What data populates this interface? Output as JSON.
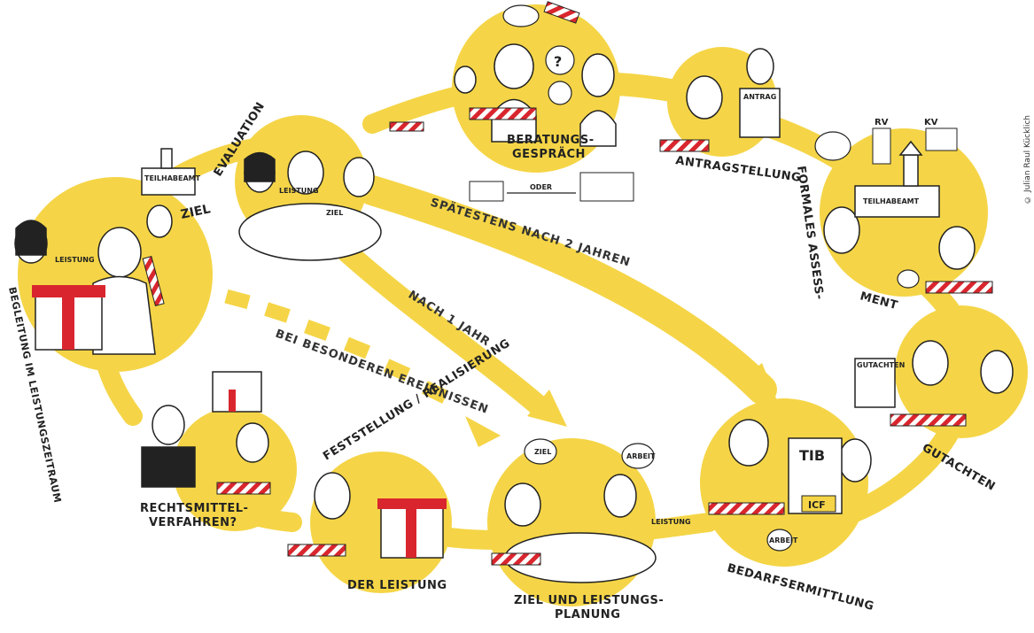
{
  "credit": "© Julian Raul Kücklich",
  "stations": {
    "beratung": {
      "label1": "BERATUNGS-",
      "label2": "GESPRÄCH",
      "oder": "ODER"
    },
    "antrag": {
      "label": "ANTRAGSTELLUNG",
      "doc": "ANTRAG"
    },
    "assessment": {
      "label1": "FORMALES ASSESS-",
      "label2": "MENT",
      "rv": "RV",
      "kv": "KV",
      "amt": "TEILHABEAMT"
    },
    "gutachten": {
      "label": "GUTACHTEN",
      "doc": "GUTACHTEN"
    },
    "bedarf": {
      "label": "BEDARFSERMITTLUNG",
      "tib": "TIB",
      "icf": "ICF",
      "arbeit": "ARBEIT"
    },
    "ziel": {
      "label1": "ZIEL UND LEISTUNGS-",
      "label2": "PLANUNG",
      "leistung": "LEISTUNG",
      "ziel": "ZIEL",
      "arbeit": "ARBEIT"
    },
    "feststellung": {
      "label1": "FESTSTELLUNG / REALISIERUNG",
      "label2": "DER LEISTUNG"
    },
    "rechtsmittel": {
      "label1": "RECHTSMITTEL-",
      "label2": "VERFAHREN?"
    },
    "begleitung": {
      "label": "BEGLEITUNG IM LEISTUNGSZEITRAUM",
      "leistung": "LEISTUNG",
      "ziel": "ZIEL",
      "amt": "TEILHABEAMT"
    },
    "evaluation": {
      "label": "EVALUATION",
      "leistung": "LEISTUNG",
      "ziel": "ZIEL"
    }
  },
  "arrows": {
    "two_years": "SPÄTESTENS NACH 2 JAHREN",
    "one_year": "NACH 1 JAHR",
    "events": "BEI BESONDEREN EREIGNISSEN"
  },
  "colors": {
    "yellow": "#F5D547",
    "red": "#D9262E",
    "ink": "#222222"
  }
}
